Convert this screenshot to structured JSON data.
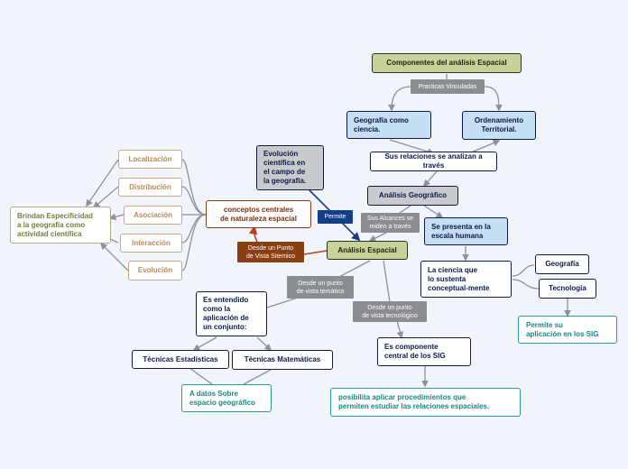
{
  "nodes": {
    "componentes": "Componentes del análisis Espacial",
    "geografia_ciencia": "Geografía como\nciencia.",
    "ordenamiento": "Ordenamiento\nTerritorial.",
    "relaciones": "Sus relaciones se analizan a través",
    "analisis_geografico": "Análisis Geográfico",
    "escala_humana": "Se presenta en la\nescala humana",
    "ciencia_sustenta": "La ciencia que\n lo sustenta\nconceptual-mente",
    "geografia": "Geografía",
    "tecnologia": "Tecnología",
    "permite_su_aplicacion": "Permite su\naplicación en los SIG",
    "evolucion_cientifica": "Evolución\ncientífica en\nel campo de\nla geografía.",
    "analisis_espacial": "Análisis Espacial",
    "conceptos_centrales": "conceptos centrales\nde naturaleza espacial",
    "localizacion": "Localización",
    "distribucion": "Distribución",
    "asociacion": "Asociación",
    "interaccion": "Interacción",
    "evolucion": "Evolución",
    "brindan": "Brindan Especificidad\na la geografía como\nactividad científica",
    "entendido": "Es entendido\ncomo la\naplicación de\nun conjunto:",
    "tecnicas_estadisticas": "Técnicas Estadísticas",
    "tecnicas_matematicas": "Técnicas Matemáticas",
    "datos_sobre": "A datos Sobre\nespacio geográfico",
    "componente_sig": "Es componente\ncentral de los SIG",
    "posibilita": "posibilita aplicar procedimientos que\npermiten estudiar las relaciones espaciales."
  },
  "labels": {
    "practicas": "Practicas Vinculadas",
    "alcances": "Sus Alcances se\nmiden a través",
    "permite": "Permite",
    "punto_sistemico": "Desde un Punto\nde Vista Sitemico",
    "punto_tematico": "Desde un punto\nde vista temático",
    "punto_tecnologico": "Desde un punto\nde vista tecnológico"
  },
  "colors": {
    "connector": "#8e9096",
    "navy_connector": "#173c86",
    "brown_connector": "#b5441c"
  }
}
